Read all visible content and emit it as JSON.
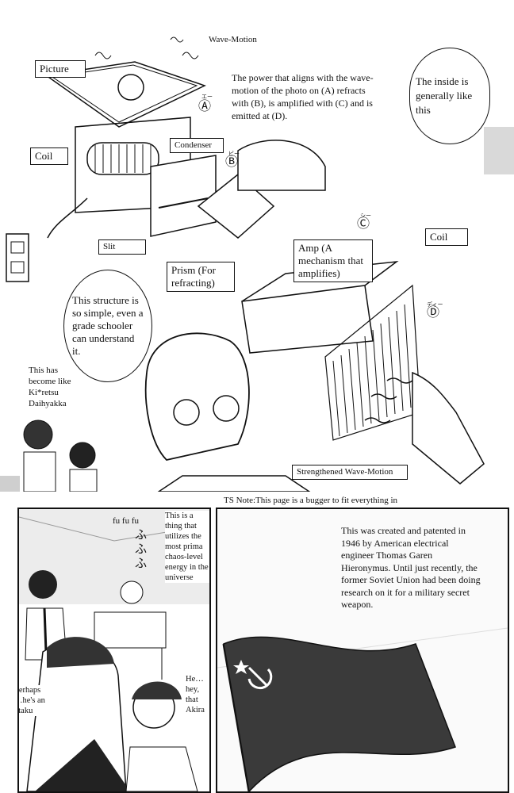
{
  "top": {
    "wave_motion_label": "Wave-Motion",
    "picture_label": "Picture",
    "coil_left_label": "Coil",
    "condenser_label": "Condenser",
    "slit_label": "Slit",
    "prism_label": "Prism (For refracting)",
    "amp_label": "Amp (A mechanism that amplifies)",
    "coil_right_label": "Coil",
    "strengthened_label": "Strengthened Wave-Motion",
    "marker_a": "Ⓐ",
    "marker_b": "Ⓑ",
    "marker_c": "Ⓒ",
    "marker_d": "Ⓓ",
    "ruby_a": "エー",
    "ruby_b": "ビー",
    "ruby_c": "シー",
    "ruby_d": "ディー",
    "explanation": "The power that aligns with the wave-motion of the photo on (A) refracts with (B), is amplified with (C) and is emitted at (D).",
    "inside_bubble": "The inside is generally like this",
    "structure_bubble": "This structure is so simple, even a grade schooler can understand it.",
    "kiretsu_text": "This has become like Ki*retsu Daihyakka"
  },
  "ts_note": "TS Note:This page is a bugger to fit everything in",
  "bottom_left": {
    "fufufu": "fu fu fu",
    "fufufu_jp": "ふふふ",
    "chaos_text": "This is a thing that utilizes the most prima chaos-level energy in the universe",
    "otaku_text": "Perhaps …he's an otaku",
    "akira_text": "He… hey, that Akira"
  },
  "bottom_right": {
    "history_text": "This was created and patented in 1946 by American electrical engineer Thomas Garen Hieronymus. Until just recently, the former Soviet Union had been doing research on it for a military secret weapon."
  }
}
